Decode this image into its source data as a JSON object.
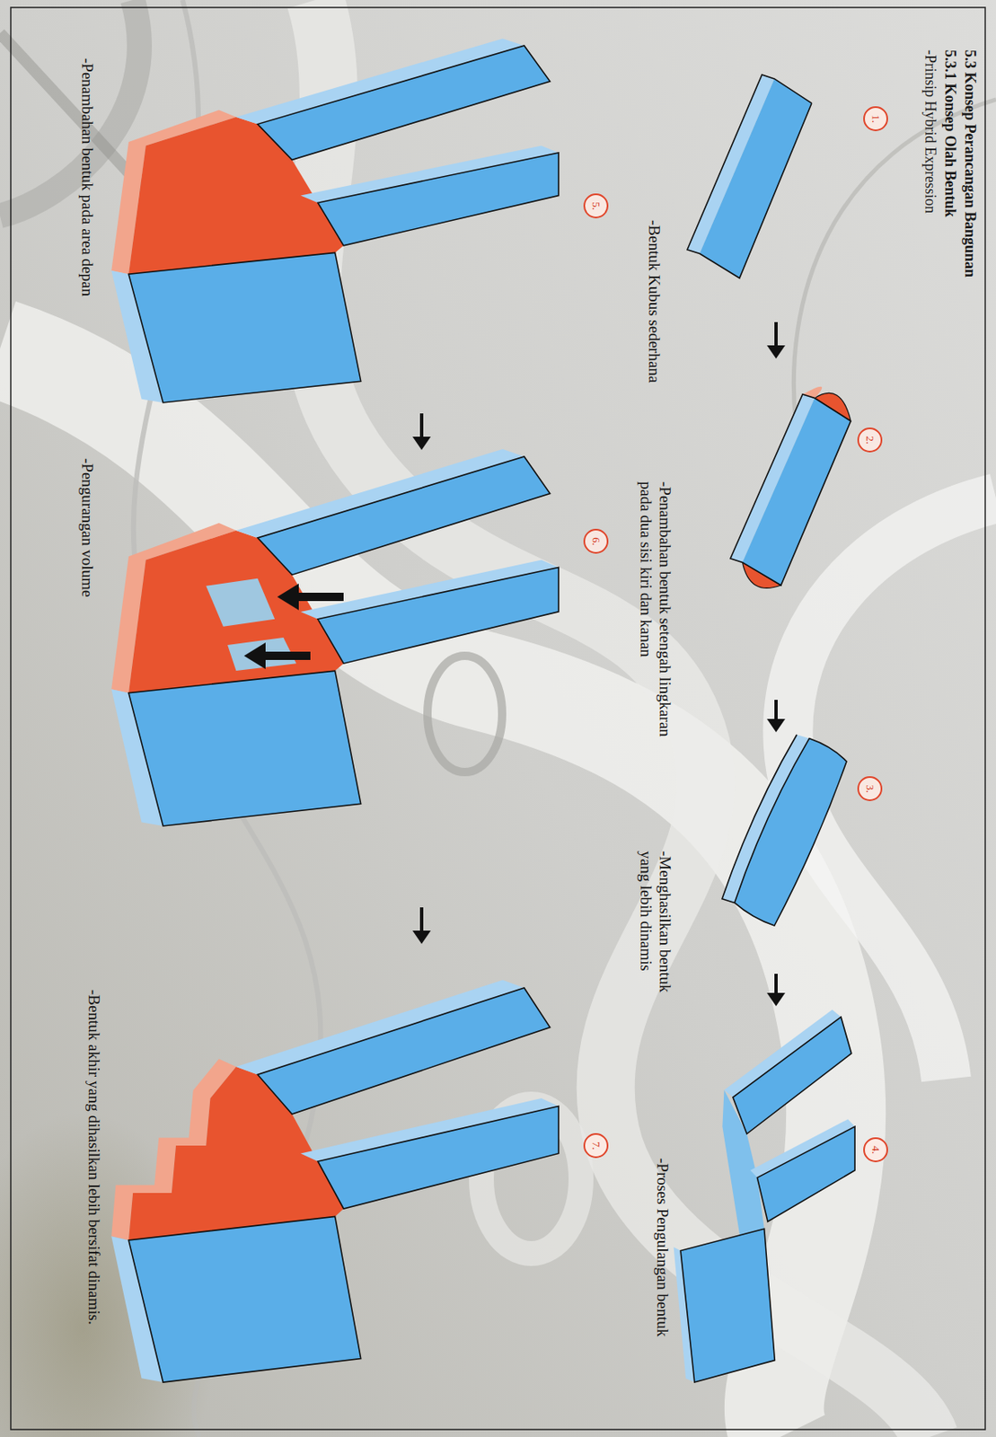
{
  "diagram": {
    "title": "5.3 Konsep Perancangan Bangunan",
    "nodes": [
      {
        "text": [
          "1.",
          "-Bentuk Kubus sederhana"
        ]
      },
      {
        "text": [
          "2.",
          "-Penambahan bentuk setengah lingkaran pada dua sisi kiri dan kanan"
        ]
      },
      {
        "text": [
          "3.",
          "-Menghasilkan bentuk yang lebih dinamis"
        ]
      },
      {
        "text": [
          "4.",
          "-Proses Pengulangan bentuk"
        ]
      },
      {
        "text": [
          "5.",
          "-Penambahan bentuk pada area depan"
        ]
      },
      {
        "text": [
          "6.",
          "-Pengurangan volume"
        ]
      },
      {
        "text": [
          "7.",
          "-Bentuk akhir yang dihasilkan lebih bersifat dinamis."
        ]
      }
    ],
    "edges": [
      {
        "from": 0,
        "to": 1,
        "arrow": "to"
      },
      {
        "from": 1,
        "to": 2,
        "arrow": "to"
      },
      {
        "from": 2,
        "to": 3,
        "arrow": "to"
      },
      {
        "from": 4,
        "to": 5,
        "arrow": "to"
      },
      {
        "from": 5,
        "to": 6,
        "arrow": "to"
      }
    ],
    "labels": [
      "5.3.1 Konsep Olah Bentuk",
      "-Prinsip Hybrid Expression"
    ]
  }
}
